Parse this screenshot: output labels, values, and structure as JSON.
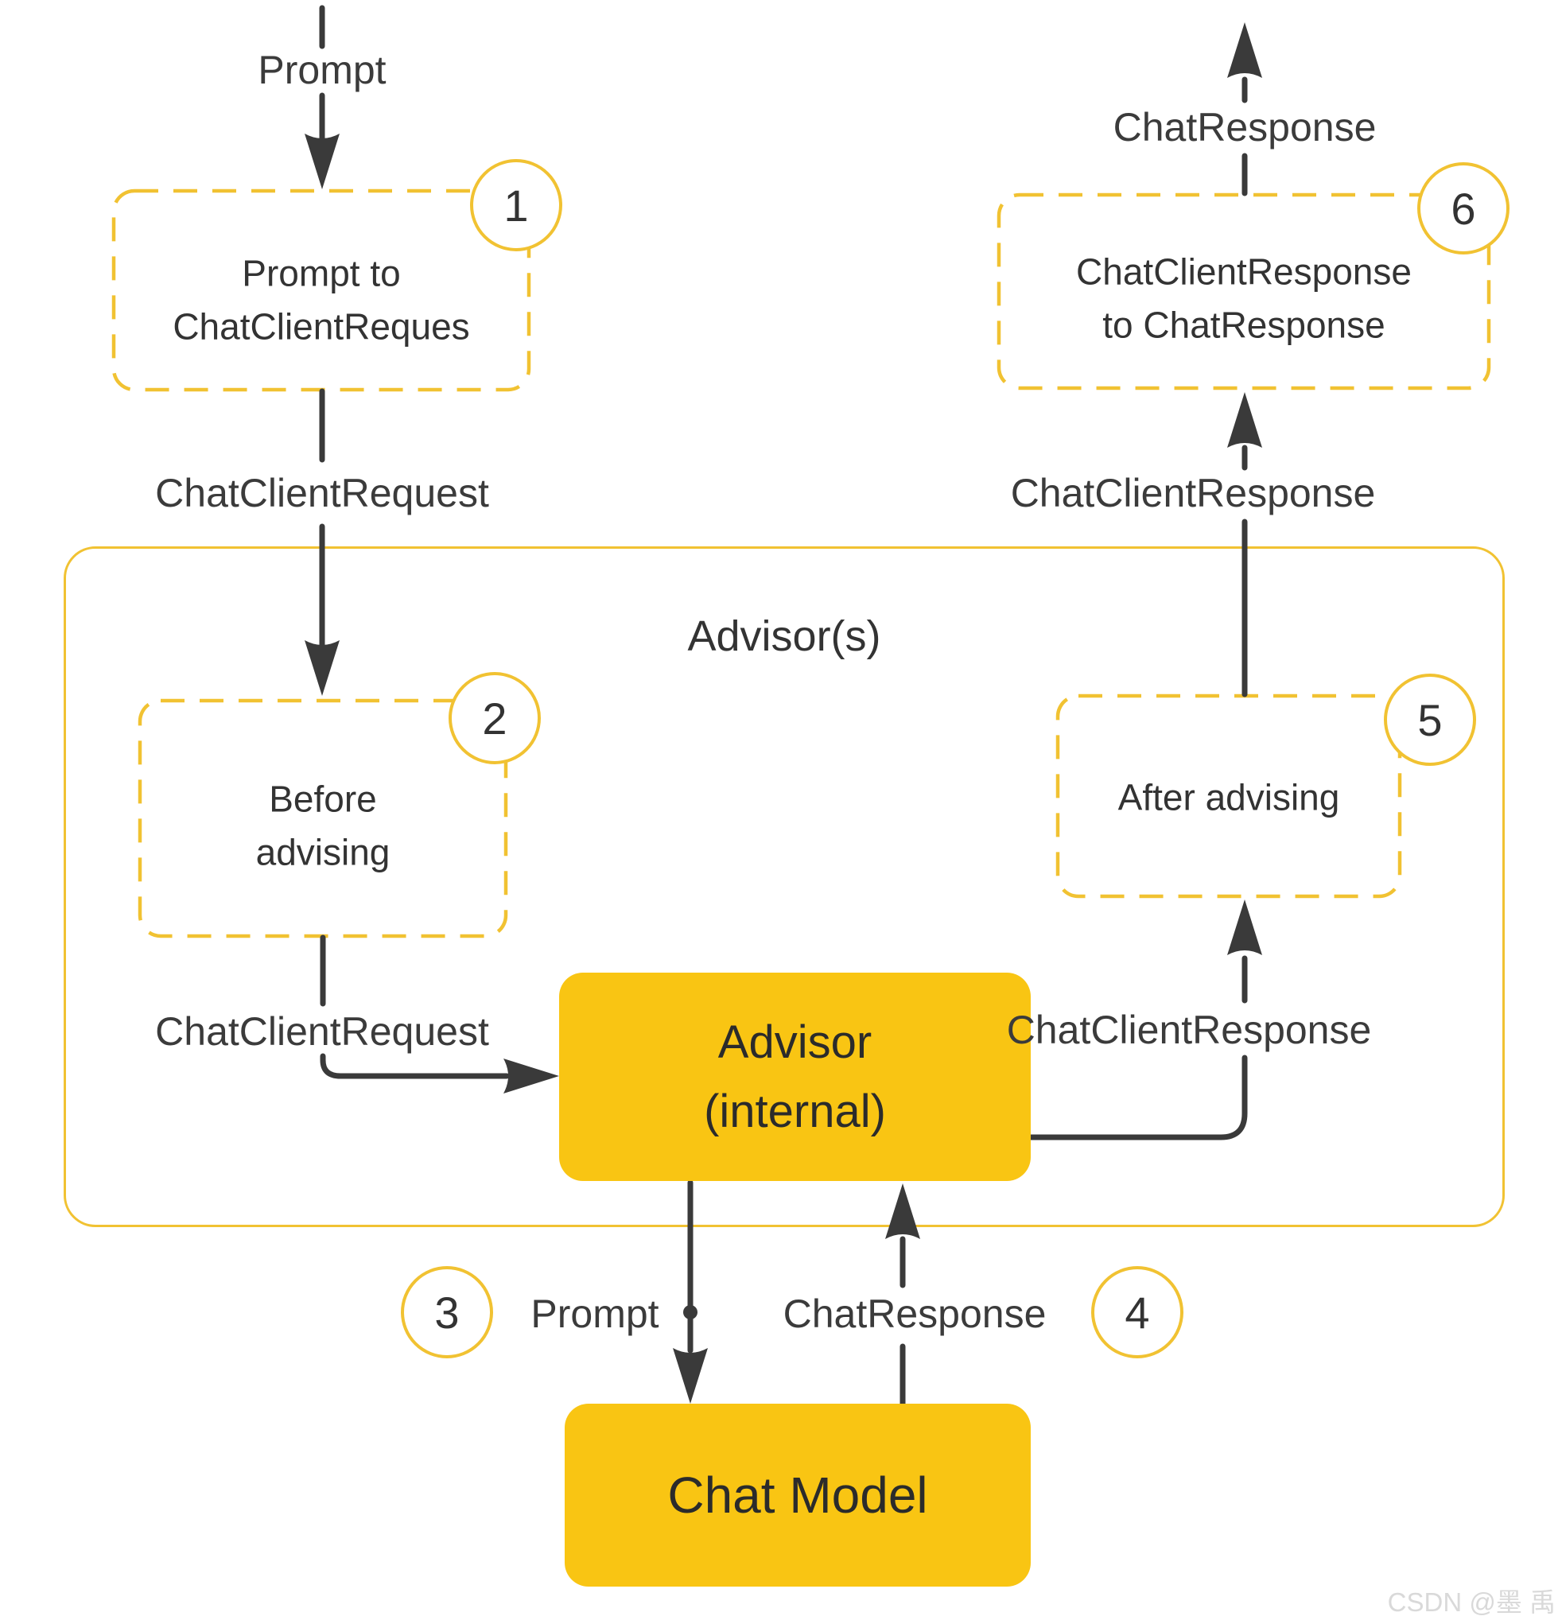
{
  "diagram": {
    "title": "Advisor(s)",
    "watermark": "CSDN @墨 禹",
    "colors": {
      "node_fill": "#F9C513",
      "border_accent": "#F1C232",
      "ink": "#3B3B3B",
      "text": "#333333",
      "watermark": "#D9D9D9",
      "background": "#FFFFFF"
    },
    "nodes": {
      "box1": {
        "line1": "Prompt to",
        "line2": "ChatClientReques",
        "badge": "1"
      },
      "box2": {
        "line1": "Before",
        "line2": "advising",
        "badge": "2"
      },
      "box5": {
        "line1": "After advising",
        "badge": "5"
      },
      "box6": {
        "line1": "ChatClientResponse",
        "line2": "to ChatResponse",
        "badge": "6"
      },
      "advisor_internal": {
        "line1": "Advisor",
        "line2": "(internal)"
      },
      "chat_model": {
        "line1": "Chat Model"
      }
    },
    "badges": {
      "b3": "3",
      "b4": "4"
    },
    "edge_labels": {
      "prompt_top": "Prompt",
      "chat_client_request_1": "ChatClientRequest",
      "chat_client_request_2": "ChatClientRequest",
      "prompt_mid": "Prompt",
      "chat_response_mid": "ChatResponse",
      "chat_client_response_lower": "ChatClientResponse",
      "chat_client_response_upper": "ChatClientResponse",
      "chat_response_top": "ChatResponse"
    }
  }
}
